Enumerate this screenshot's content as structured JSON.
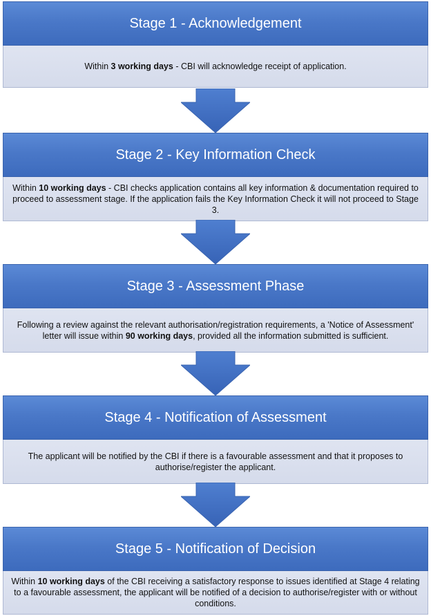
{
  "stages": [
    {
      "title": "Stage 1 - Acknowledgement",
      "text_parts": [
        "Within ",
        "3 working days",
        " - CBI will acknowledge receipt of application."
      ]
    },
    {
      "title": "Stage 2 - Key Information Check",
      "text_parts": [
        "Within ",
        "10 working days",
        " - CBI checks application contains all key information & documentation required to proceed to assessment stage. If the application fails the Key Information Check it will not proceed to Stage 3."
      ]
    },
    {
      "title": "Stage 3 - Assessment Phase",
      "text_parts": [
        "Following a review against the relevant authorisation/registration requirements, a 'Notice of Assessment' letter will issue within ",
        "90 working days",
        ", provided all the information submitted is sufficient."
      ]
    },
    {
      "title": "Stage 4 - Notification of Assessment",
      "text_parts": [
        "The applicant will be notified by the CBI if there is a favourable assessment and that it proposes to authorise/register the applicant."
      ]
    },
    {
      "title": "Stage 5 - Notification of Decision",
      "text_parts": [
        "Within ",
        "10 working days",
        " of the CBI receiving a satisfactory response to issues identified at Stage 4 relating to a  favourable assessment, the applicant will be notified of a decision to authorise/register with or without conditions."
      ]
    }
  ],
  "colors": {
    "header_blue": "#4a78c8",
    "body_lavender": "#d9dfee",
    "arrow_blue": "#3f6fc4"
  }
}
